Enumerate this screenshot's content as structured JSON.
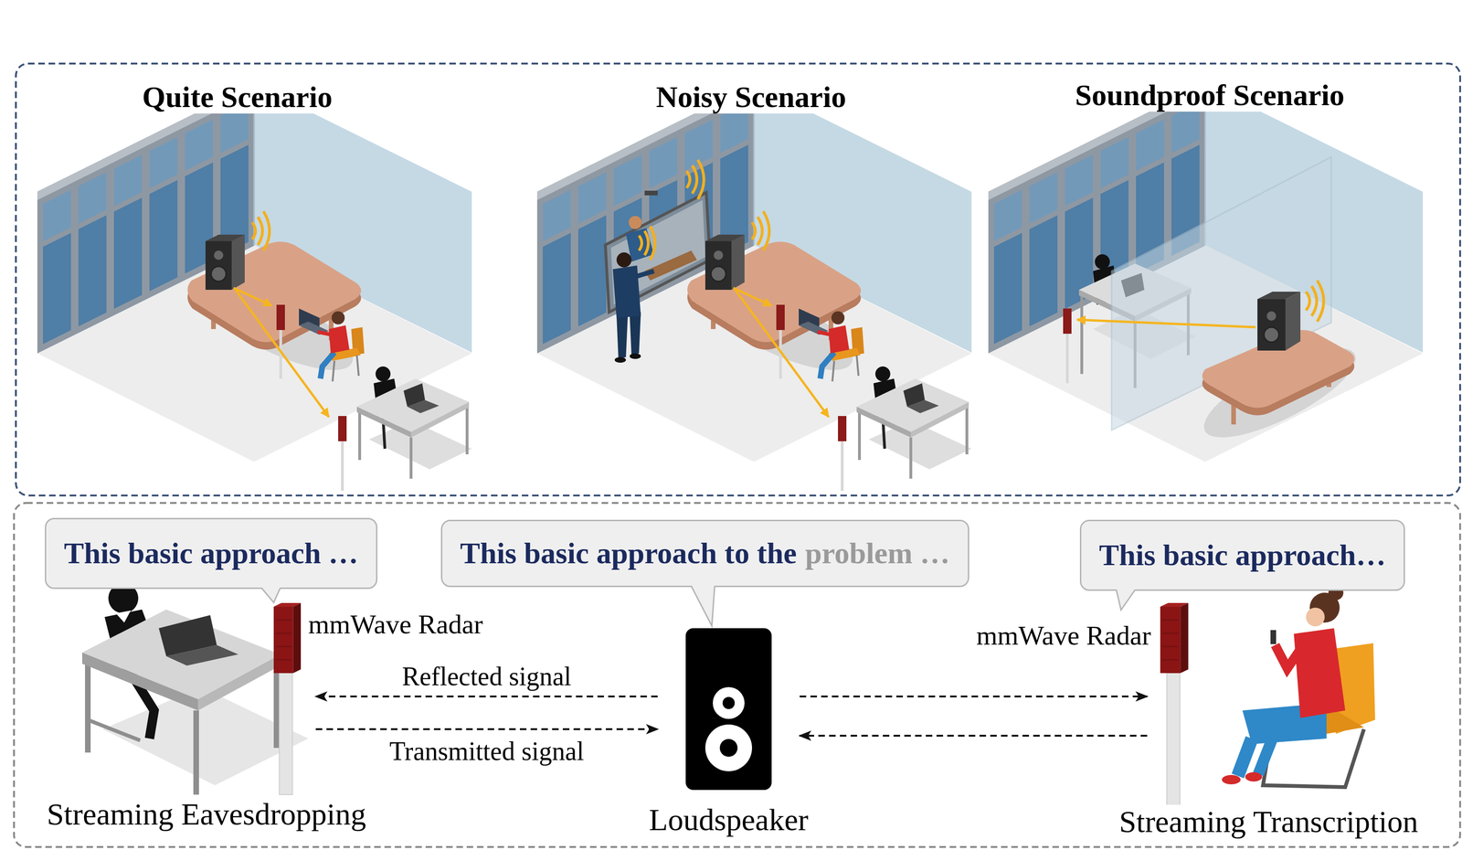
{
  "diagram": {
    "nodes": [
      {
        "text": [
          "This basic approach …"
        ]
      },
      {
        "text": [
          "This basic approach to the",
          "problem …"
        ]
      },
      {
        "text": [
          "This basic approach…"
        ]
      },
      {
        "text": [
          "mmWave Radar"
        ]
      },
      {
        "text": [
          "Loudspeaker"
        ]
      },
      {
        "text": [
          "mmWave Radar"
        ]
      }
    ],
    "edges": [
      {
        "from": 4,
        "to": 3,
        "arrow": "to",
        "label": "Reflected signal"
      },
      {
        "from": 3,
        "to": 4,
        "arrow": "to",
        "label": "Transmitted signal"
      },
      {
        "from": 4,
        "to": 5,
        "arrow": "to"
      },
      {
        "from": 5,
        "to": 4,
        "arrow": "to"
      }
    ],
    "labels": [
      "Quite Scenario",
      "Noisy Scenario",
      "Soundproof Scenario",
      "Streaming Eavesdropping",
      "Streaming Transcription"
    ]
  }
}
